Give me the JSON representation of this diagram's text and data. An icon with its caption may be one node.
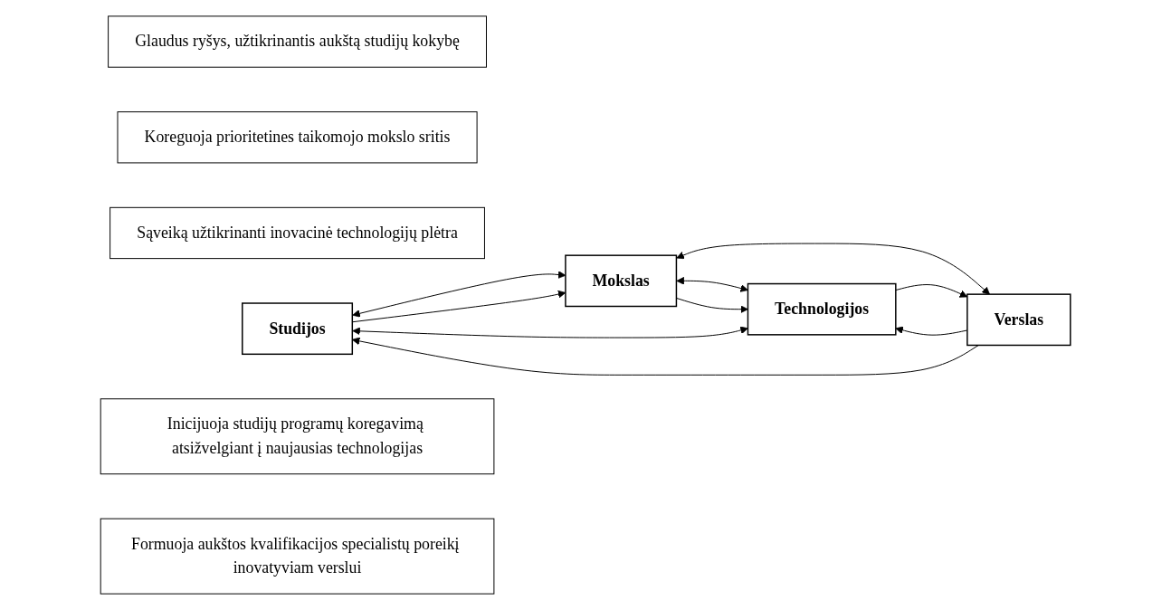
{
  "diagram": {
    "nodes": [
      {
        "text": [
          "Glaudus ryšys, užtikrinantis aukštą studijų kokybę"
        ]
      },
      {
        "text": [
          "Koreguoja prioritetines taikomojo mokslo sritis"
        ]
      },
      {
        "text": [
          "Sąveiką užtikrinanti inovacinė technologijų plėtra"
        ]
      },
      {
        "text": [
          "Studijos"
        ]
      },
      {
        "text": [
          "Mokslas"
        ]
      },
      {
        "text": [
          "Technologijos"
        ]
      },
      {
        "text": [
          "Verslas"
        ]
      },
      {
        "text": [
          "Inicijuoja studijų programų koregavimą atsižvelgiant į naujausias technologijas"
        ]
      },
      {
        "text": [
          "Formuoja aukštos kvalifikacijos specialistų poreikį inovatyviam verslui"
        ]
      }
    ],
    "edges": [
      {
        "from": 3,
        "to": 4,
        "arrow": "both"
      },
      {
        "from": 3,
        "to": 4,
        "arrow": "to"
      },
      {
        "from": 4,
        "to": 5,
        "arrow": "both"
      },
      {
        "from": 4,
        "to": 5,
        "arrow": "to"
      },
      {
        "from": 4,
        "to": 6,
        "arrow": "both"
      },
      {
        "from": 6,
        "to": 5,
        "arrow": "to"
      },
      {
        "from": 5,
        "to": 6,
        "arrow": "to"
      },
      {
        "from": 3,
        "to": 5,
        "arrow": "both"
      },
      {
        "from": 6,
        "to": 3,
        "arrow": "to"
      }
    ]
  }
}
